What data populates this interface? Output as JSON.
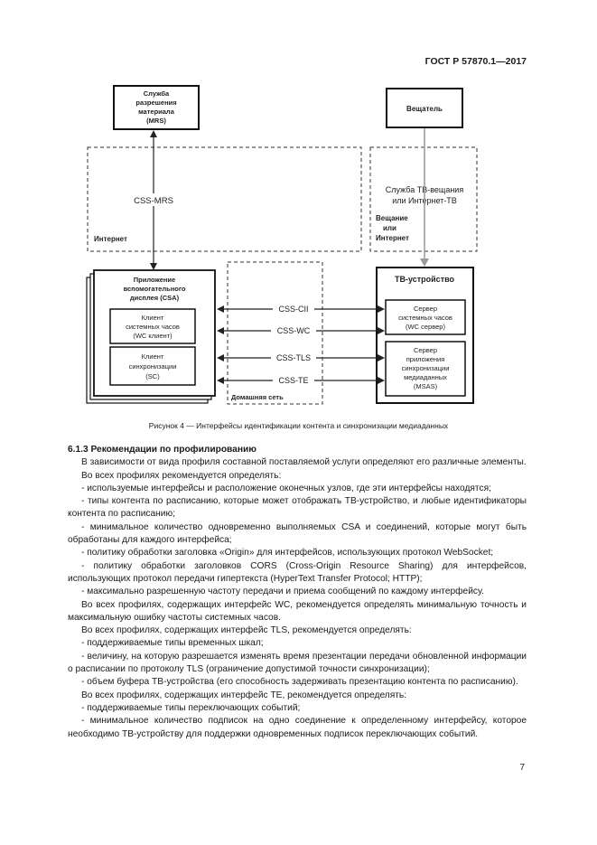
{
  "header": {
    "standard": "ГОСТ Р 57870.1—2017"
  },
  "figure": {
    "mrs_box": [
      "Служба",
      "разрешения",
      "материала",
      "(MRS)"
    ],
    "broadcaster_box": "Вещатель",
    "internet_label": "Интернет",
    "tv_service": [
      "Служба ТВ-вещания",
      "или Интернет-ТВ"
    ],
    "broadcast_or_internet": [
      "Вещание",
      "или",
      "Интернет"
    ],
    "css_mrs": "CSS-MRS",
    "csa_title": [
      "Приложение",
      "вспомогательного",
      "дисплея (CSA)"
    ],
    "wc_client": [
      "Клиент",
      "системных часов",
      "(WC клиент)"
    ],
    "sc_client": [
      "Клиент",
      "синхронизации",
      "(SC)"
    ],
    "home_network": "Домашняя сеть",
    "tv_device_title": "ТВ-устройство",
    "wc_server": [
      "Сервер",
      "системных часов",
      "(WC сервер)"
    ],
    "msas_server": [
      "Сервер",
      "приложения",
      "синхронизации",
      "медиаданных",
      "(MSAS)"
    ],
    "interfaces": [
      "CSS-CII",
      "CSS-WC",
      "CSS-TLS",
      "CSS-TE"
    ]
  },
  "caption": "Рисунок 4 — Интерфейсы идентификации контента и синхронизации медиаданных",
  "section": {
    "number": "6.1.3",
    "title": "Рекомендации по профилированию",
    "paragraphs": [
      "В зависимости от вида профиля составной поставляемой услуги определяют его различные элементы.",
      "Во всех профилях рекомендуется определять:",
      "- используемые интерфейсы и расположение оконечных узлов, где эти интерфейсы находятся;",
      "- типы контента по расписанию, которые может отображать ТВ-устройство, и любые идентификаторы контента по расписанию;",
      "- минимальное количество одновременно выполняемых CSA и соединений, которые могут быть обработаны для каждого интерфейса;",
      "- политику обработки заголовка «Origin» для интерфейсов, использующих протокол WebSocket;",
      "- политику обработки заголовков CORS (Cross-Origin Resource Sharing) для интерфейсов, использующих протокол передачи гипертекста (HyperText Transfer Protocol; HTTP);",
      "- максимально разрешенную частоту передачи и приема сообщений по каждому интерфейсу.",
      "Во всех профилях, содержащих интерфейс WC, рекомендуется определять минимальную точность и максимальную ошибку частоты системных часов.",
      "Во всех профилях, содержащих интерфейс TLS, рекомендуется определять:",
      "- поддерживаемые типы временных шкал;",
      "- величину, на которую разрешается изменять время презентации передачи обновленной информации о расписании по протоколу TLS (ограничение допустимой точности синхронизации);",
      "- объем буфера ТВ-устройства (его способность задерживать презентацию контента по расписанию).",
      "Во всех профилях, содержащих интерфейс TE, рекомендуется определять:",
      "- поддерживаемые типы переключающих событий;",
      "- минимальное количество подписок на одно соединение к определенному интерфейсу, которое необходимо ТВ-устройству для поддержки одновременных подписок переключающих событий."
    ]
  },
  "page_number": "7"
}
